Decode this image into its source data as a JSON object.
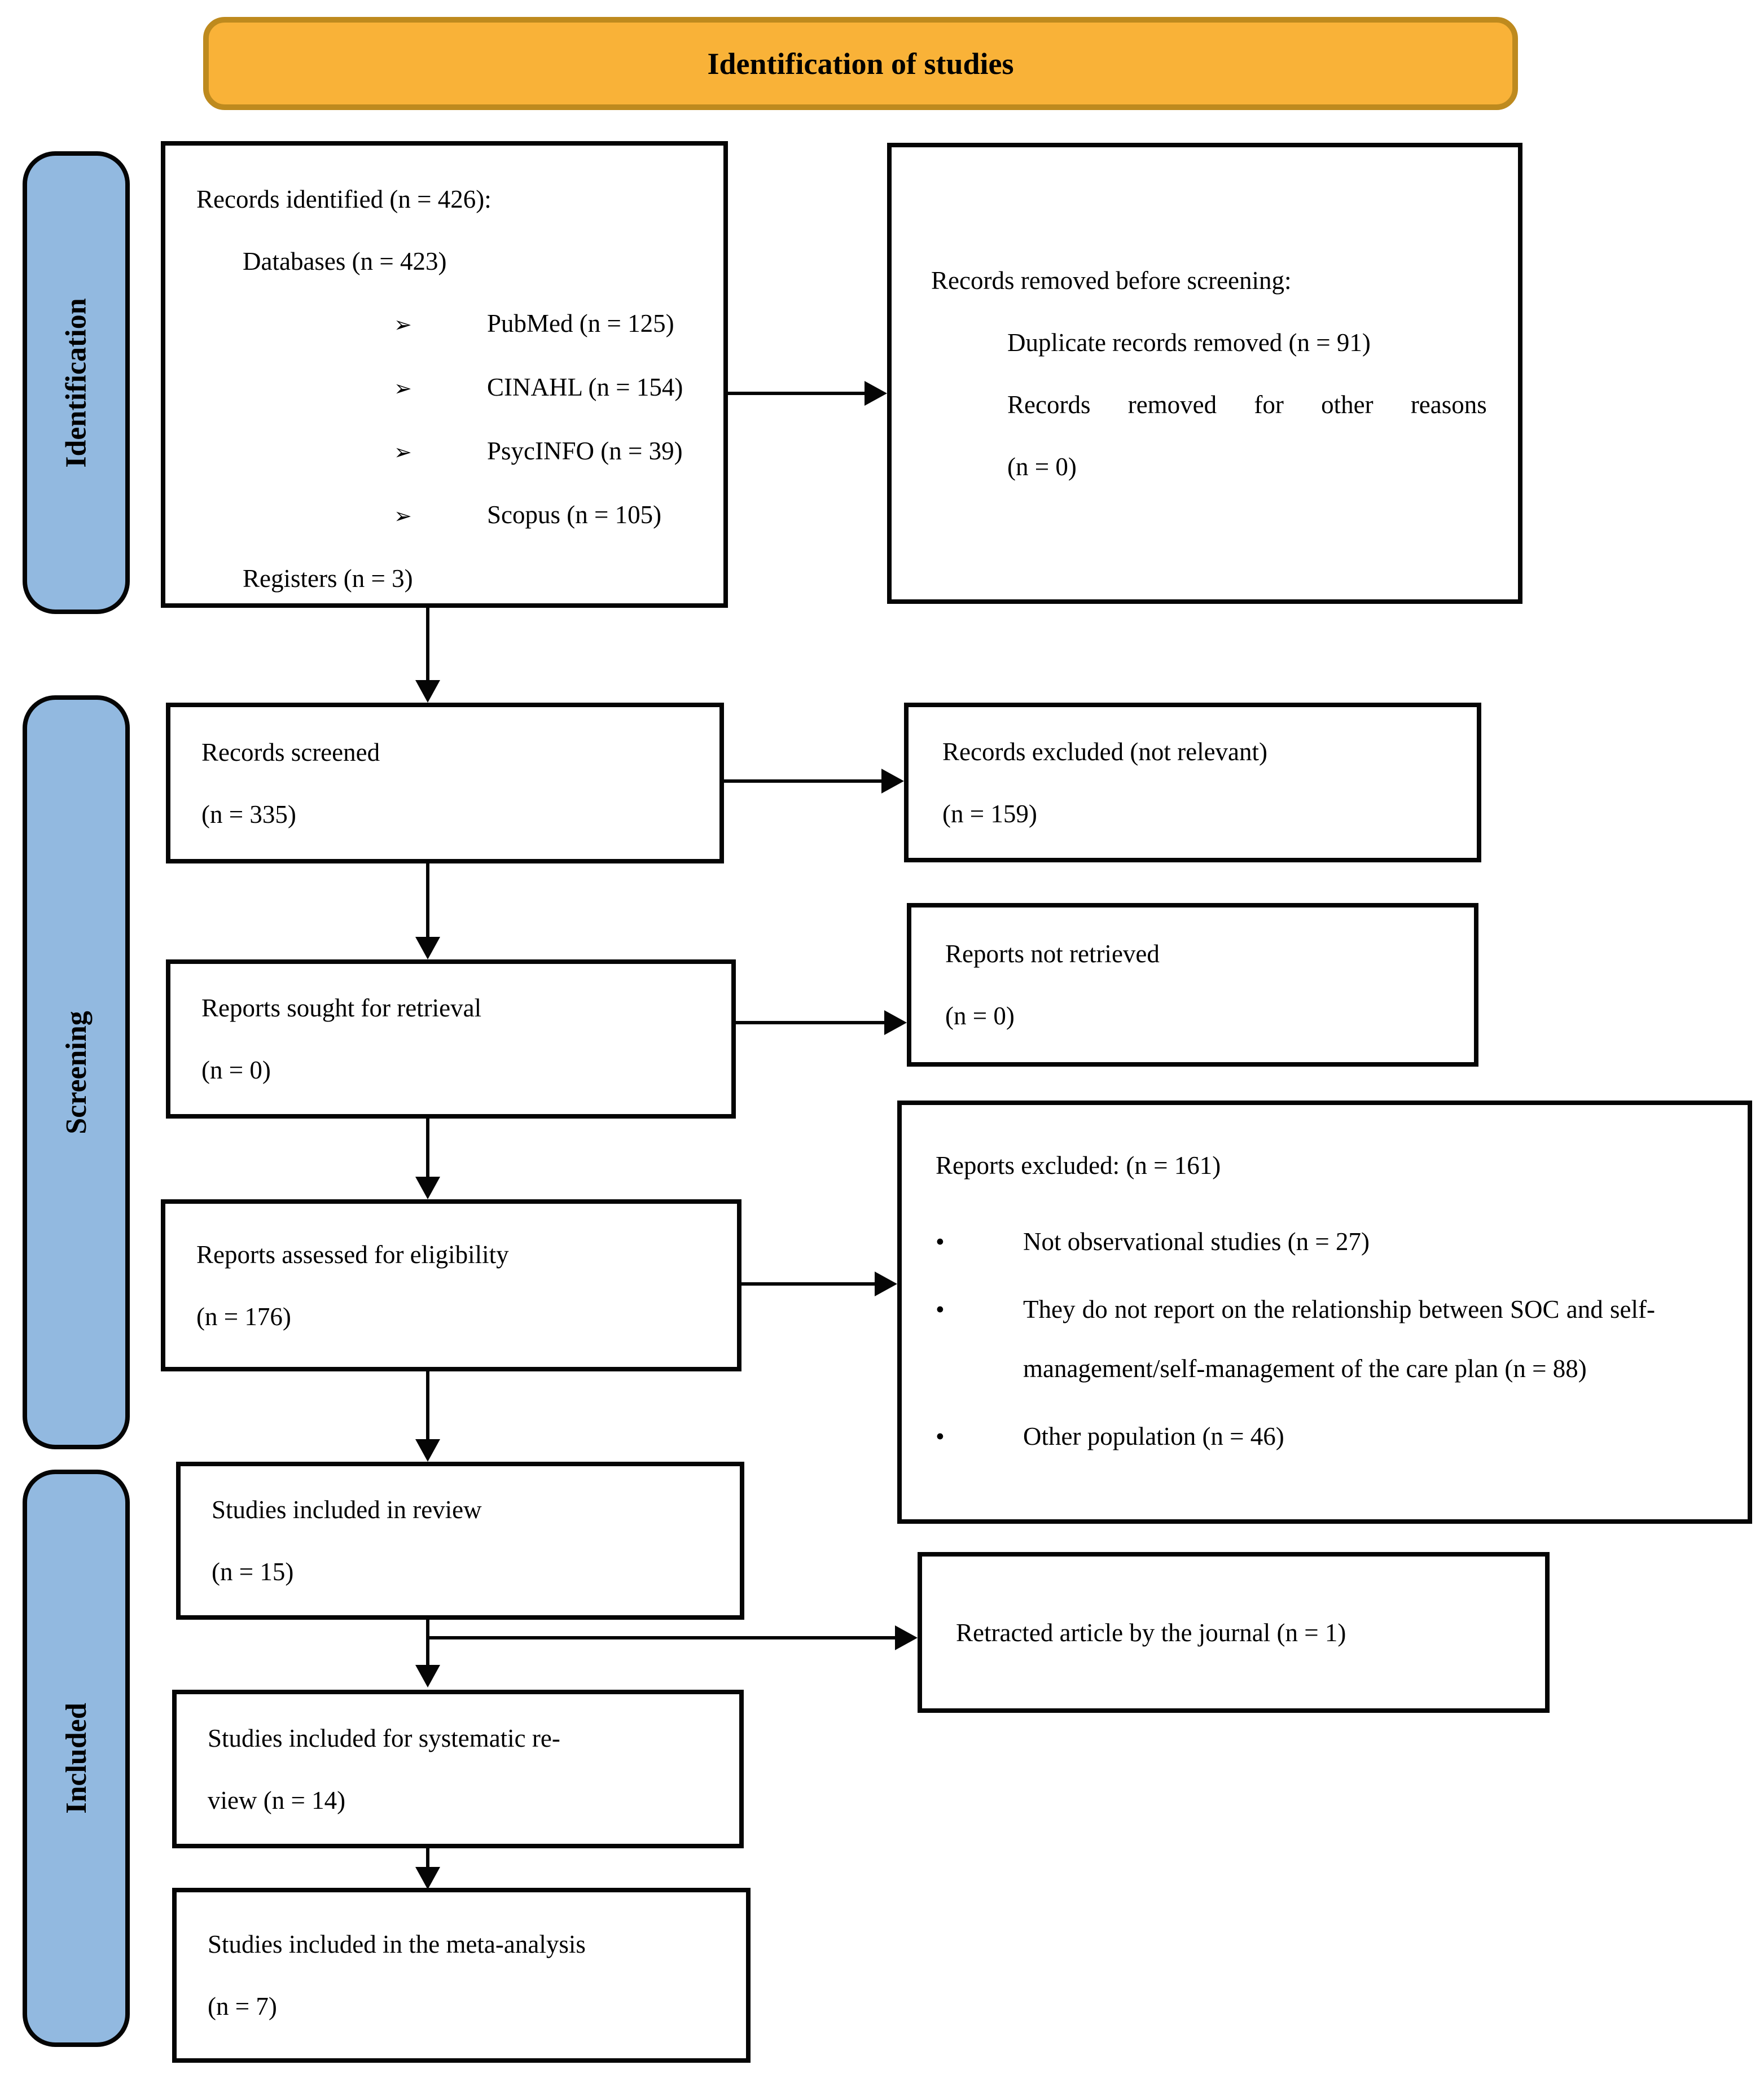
{
  "banner": {
    "label": "Identification of studies"
  },
  "colors": {
    "banner_bg": "#F9B238",
    "banner_border": "#BE8A1E",
    "stage_bg": "#92B9E0"
  },
  "stages": [
    {
      "label": "Identification"
    },
    {
      "label": "Screening"
    },
    {
      "label": "Included"
    }
  ],
  "boxes": {
    "identified": {
      "title": "Records identified (n = 426):",
      "databases_label": "Databases (n = 423)",
      "bullet_glyph": "➢",
      "items": [
        "PubMed (n = 125)",
        "CINAHL (n = 154)",
        "PsycINFO (n = 39)",
        "Scopus (n = 105)"
      ],
      "registers_label": "Registers (n = 3)"
    },
    "removed_before_screening": {
      "line1": "Records removed before screening:",
      "line2": "Duplicate records removed (n = 91)",
      "line3": "Records removed for other reasons",
      "line4": "(n = 0)"
    },
    "records_screened": {
      "line1": "Records screened",
      "line2": "(n = 335)"
    },
    "records_excluded": {
      "line1": "Records excluded (not relevant)",
      "line2": "(n = 159)"
    },
    "reports_sought": {
      "line1": "Reports sought for retrieval",
      "line2": "(n = 0)"
    },
    "reports_not_retrieved": {
      "line1": "Reports not retrieved",
      "line2": "(n = 0)"
    },
    "reports_assessed": {
      "line1": "Reports assessed for eligibility",
      "line2": "(n = 176)"
    },
    "reports_excluded_eligibility": {
      "title": "Reports excluded: (n = 161)",
      "bullet_glyph": "•",
      "bullets": [
        "Not observational studies (n = 27)",
        "They do not report on the relationship between SOC and self-management/self-management of the care plan (n = 88)",
        "Other population (n = 46)"
      ]
    },
    "included_review": {
      "line1": "Studies included in review",
      "line2": "(n = 15)"
    },
    "retracted": {
      "line1": "Retracted article by the journal (n = 1)"
    },
    "systematic_review": {
      "line1": "Studies included for systematic re-",
      "line2": "view (n = 14)"
    },
    "meta_analysis": {
      "line1": "Studies included in the meta-analysis",
      "line2": "(n = 7)"
    }
  }
}
